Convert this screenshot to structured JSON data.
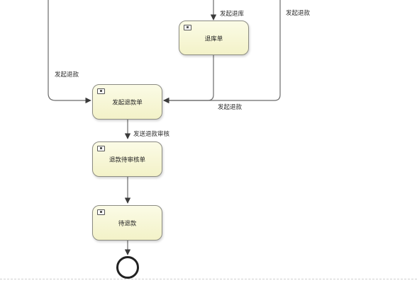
{
  "diagram": {
    "tasks": {
      "return_stock_order": "退库单",
      "initiate_refund_order": "发起退款单",
      "refund_pending_review": "退款待审核单",
      "pending_refund": "待退款"
    },
    "edge_labels": {
      "initiate_return_stock": "发起退库",
      "initiate_refund_top_right": "发起退款",
      "initiate_refund_left": "发起退款",
      "initiate_refund_bottom_right": "发起退款",
      "send_refund_review": "发送退款审核"
    },
    "colors": {
      "task_fill": "#f3f2c8",
      "task_border": "#8c8c82",
      "edge": "#6b6b6b"
    },
    "icons": {
      "task_marker": "task-type-icon",
      "end_event": "end-event-circle"
    }
  }
}
